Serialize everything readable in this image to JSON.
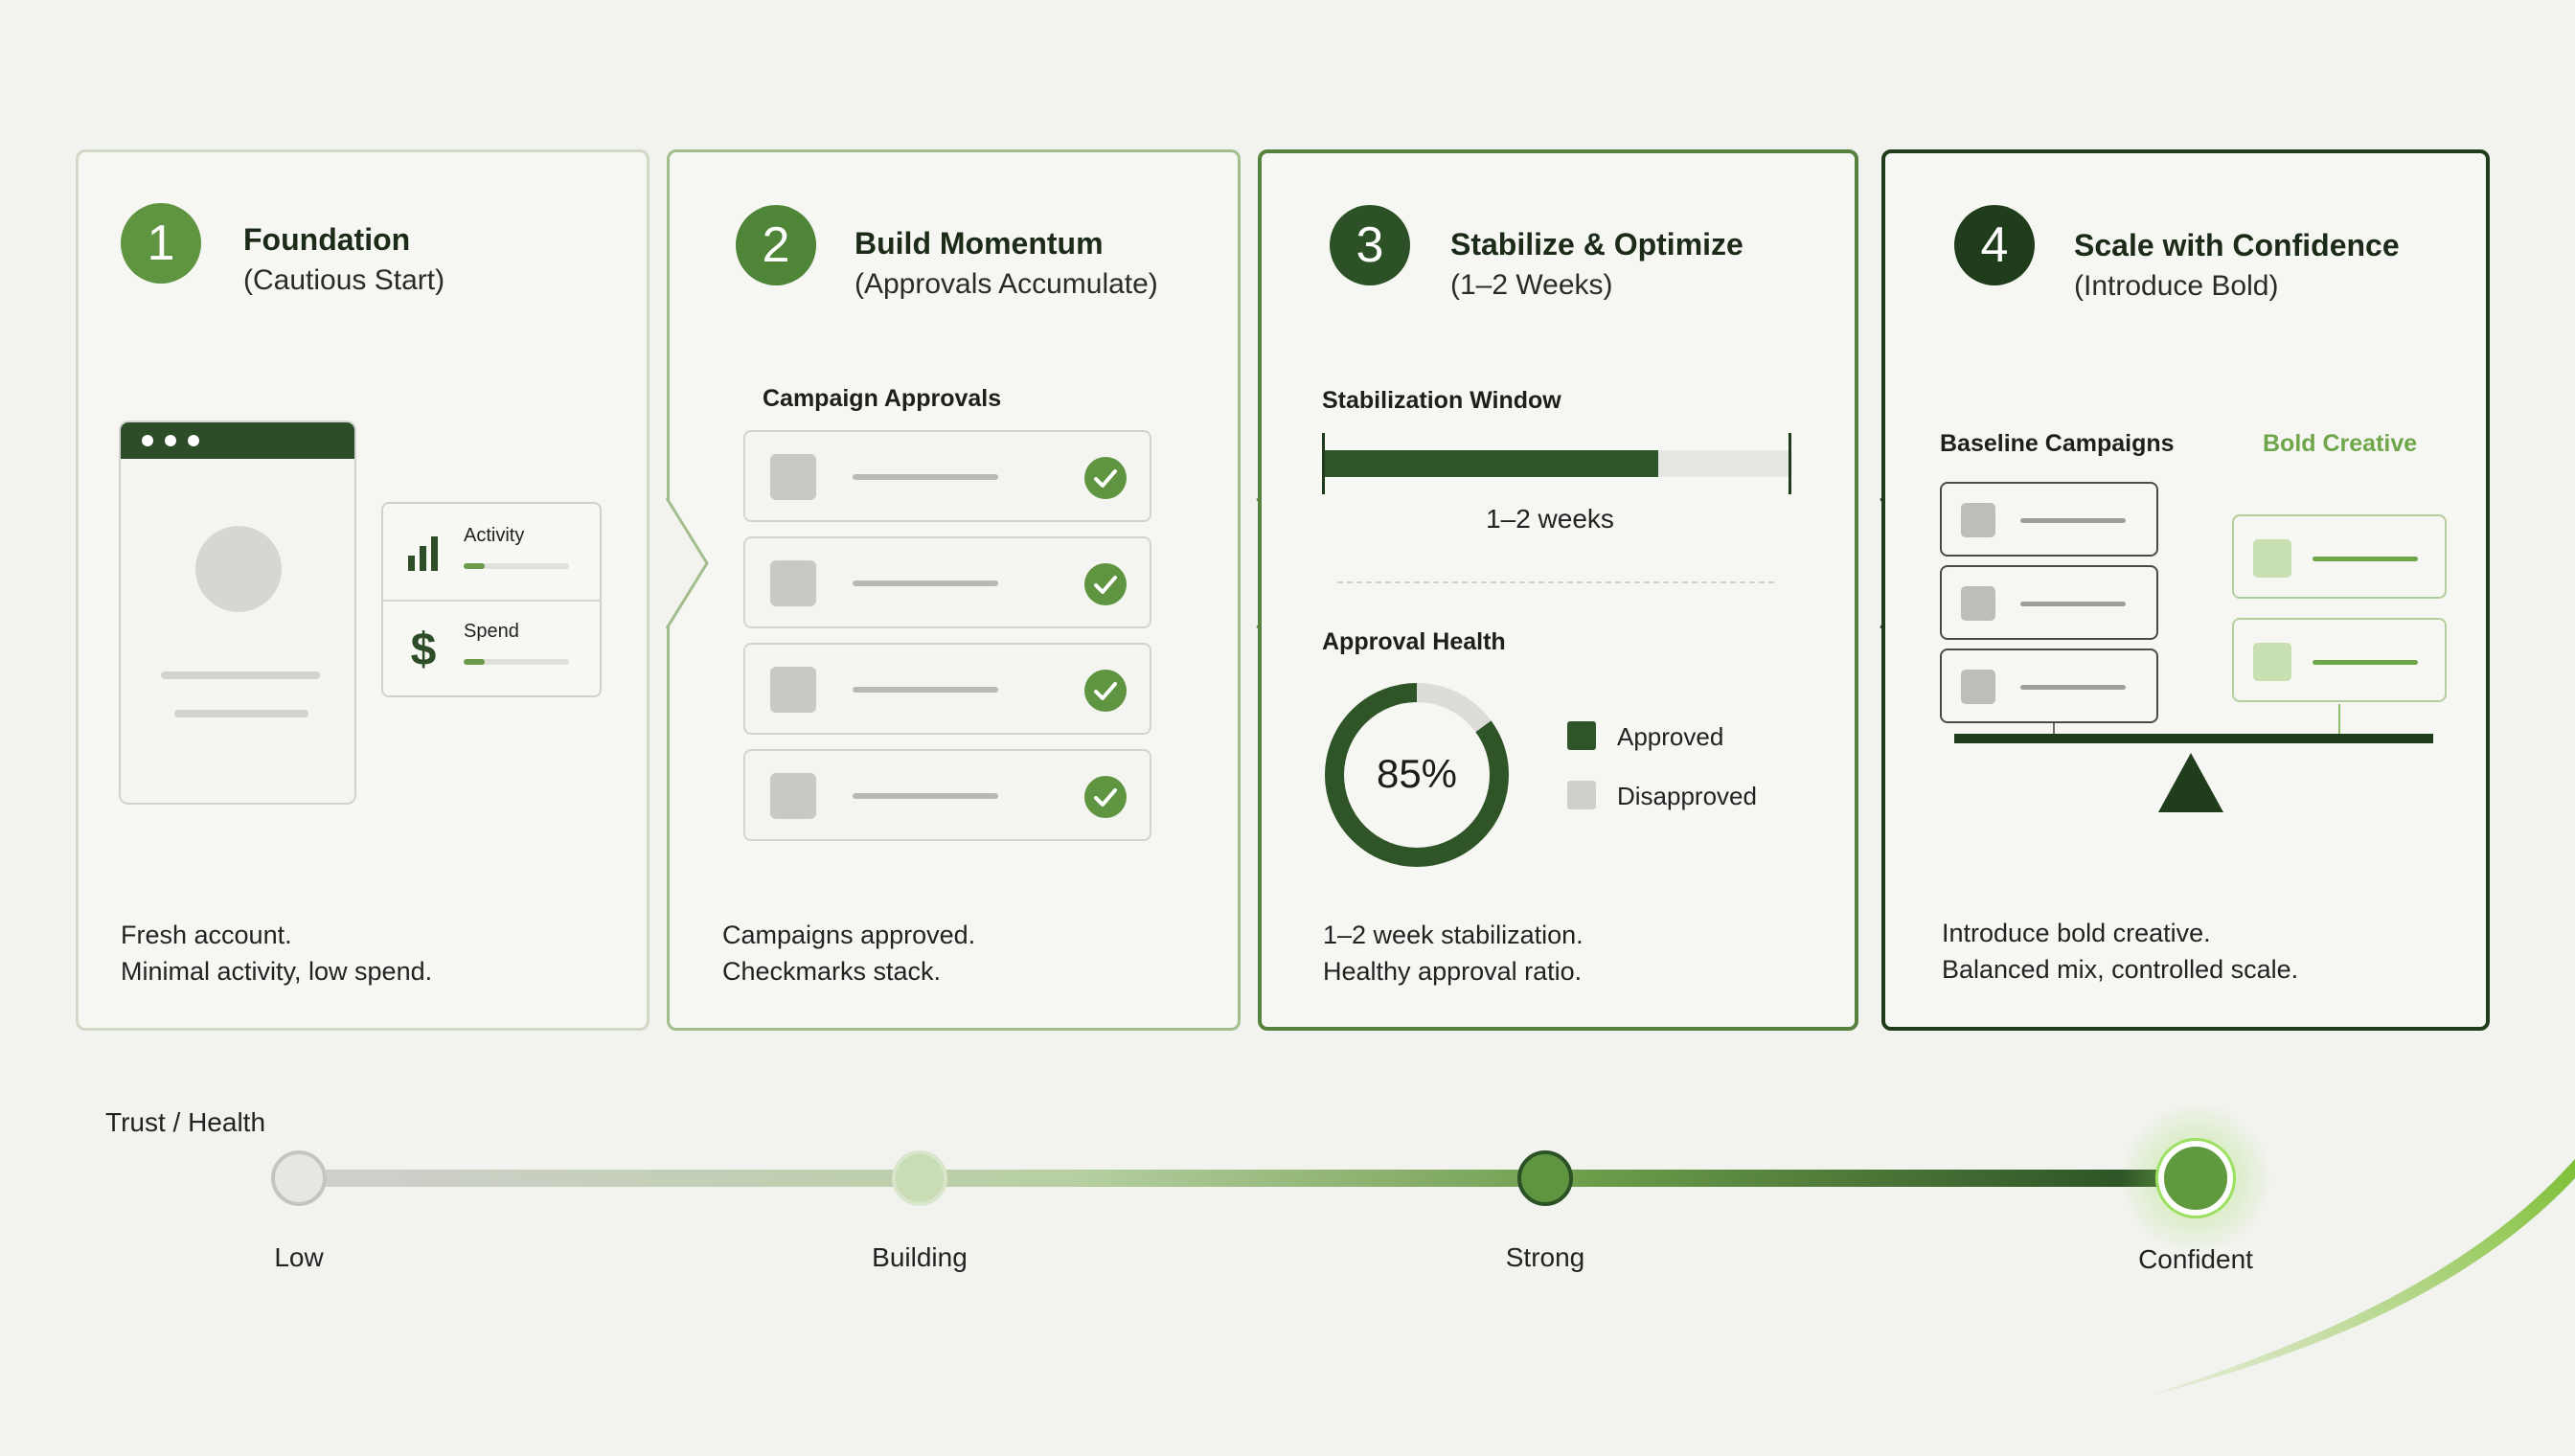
{
  "steps": [
    {
      "number": "1",
      "title": "Foundation",
      "subtitle": "(Cautious Start)",
      "caption_line1": "Fresh account.",
      "caption_line2": "Minimal activity, low spend.",
      "stats": [
        {
          "label": "Activity",
          "icon": "bar-chart-icon",
          "fill": 0.2
        },
        {
          "label": "Spend",
          "icon": "dollar-icon",
          "fill": 0.2
        }
      ]
    },
    {
      "number": "2",
      "title": "Build Momentum",
      "subtitle": "(Approvals Accumulate)",
      "section_label": "Campaign Approvals",
      "approved_rows": 4,
      "caption_line1": "Campaigns approved.",
      "caption_line2": "Checkmarks stack."
    },
    {
      "number": "3",
      "title": "Stabilize & Optimize",
      "subtitle": "(1–2 Weeks)",
      "window_label": "Stabilization Window",
      "window_value": "1–2 weeks",
      "window_fill": 0.72,
      "health_label": "Approval Health",
      "health_percent": 85,
      "health_text": "85%",
      "legend": [
        {
          "label": "Approved",
          "color": "#2e5427"
        },
        {
          "label": "Disapproved",
          "color": "#cfcfcc"
        }
      ],
      "caption_line1": "1–2 week stabilization.",
      "caption_line2": "Healthy approval ratio."
    },
    {
      "number": "4",
      "title": "Scale with Confidence",
      "subtitle": "(Introduce Bold)",
      "baseline_label": "Baseline Campaigns",
      "bold_label": "Bold Creative",
      "caption_line1": "Introduce bold creative.",
      "caption_line2": "Balanced mix, controlled scale."
    }
  ],
  "timeline": {
    "label": "Trust / Health",
    "stages": [
      "Low",
      "Building",
      "Strong",
      "Confident"
    ]
  },
  "colors": {
    "badge1": "#5f9440",
    "badge2": "#4f8537",
    "badge3": "#2c5126",
    "badge4": "#1f3c1b",
    "bold_creative": "#6fa64a",
    "accent_glow": "#8fd15a"
  }
}
